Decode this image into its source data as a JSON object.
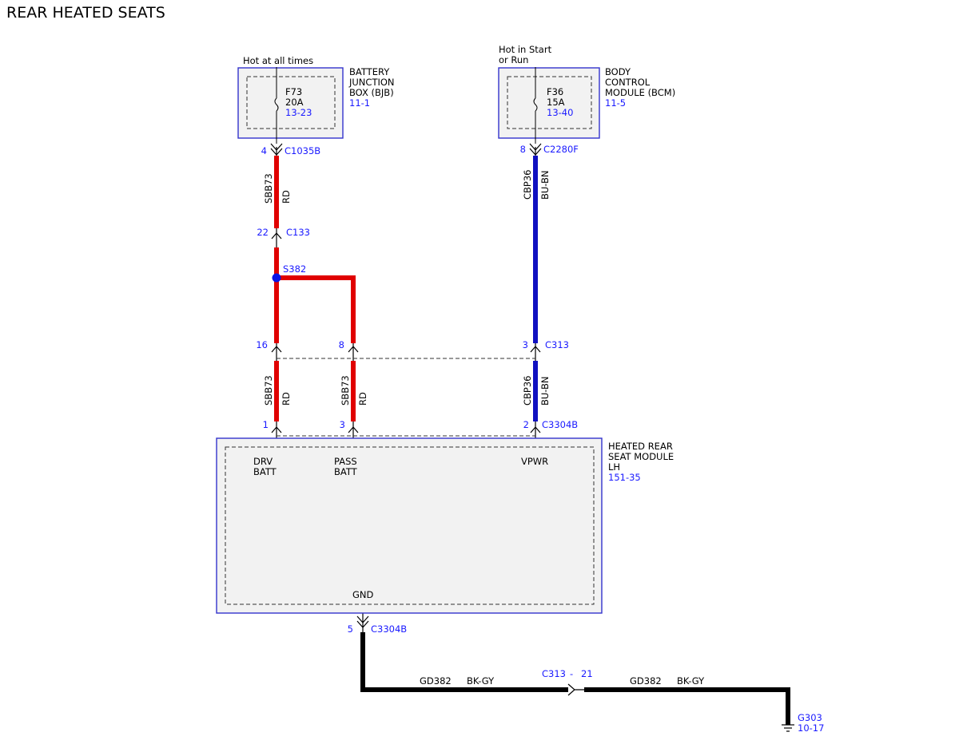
{
  "title": "REAR HEATED SEATS",
  "colors": {
    "red_wire": "#e00000",
    "blue_wire": "#1010c0",
    "black_wire": "#000000",
    "component_border": "#3333cc",
    "component_fill": "#f2f2f2",
    "link_text": "#1a1aff"
  },
  "bjb": {
    "supply_note": "Hot at all times",
    "name_lines": [
      "BATTERY",
      "JUNCTION",
      "BOX (BJB)"
    ],
    "ref": "11-1",
    "fuse_id": "F73",
    "fuse_rating": "20A",
    "fuse_ref": "13-23"
  },
  "bcm": {
    "supply_note_lines": [
      "Hot in Start",
      "or Run"
    ],
    "name_lines": [
      "BODY",
      "CONTROL",
      "MODULE (BCM)"
    ],
    "ref": "11-5",
    "fuse_id": "F36",
    "fuse_rating": "15A",
    "fuse_ref": "13-40"
  },
  "connectors": {
    "c1035b": {
      "pin": "4",
      "name": "C1035B"
    },
    "c2280f": {
      "pin": "8",
      "name": "C2280F"
    },
    "c133": {
      "pin": "22",
      "name": "C133"
    },
    "c313_a": {
      "pin": "16"
    },
    "c313_b": {
      "pin": "8"
    },
    "c313_c": {
      "pin": "3",
      "name": "C313"
    },
    "c3304b_a": {
      "pin": "1"
    },
    "c3304b_b": {
      "pin": "3"
    },
    "c3304b_c": {
      "pin": "2",
      "name": "C3304B"
    },
    "c3304b_gnd": {
      "pin": "5",
      "name": "C3304B"
    },
    "c313_gnd": {
      "name": "C313",
      "dash": "-",
      "pin": "21"
    }
  },
  "splice": {
    "name": "S382"
  },
  "wires": {
    "upper_red": {
      "circuit": "SBB73",
      "color": "RD"
    },
    "upper_blue": {
      "circuit": "CBP36",
      "color": "BU-BN"
    },
    "lower_red_a": {
      "circuit": "SBB73",
      "color": "RD"
    },
    "lower_red_b": {
      "circuit": "SBB73",
      "color": "RD"
    },
    "lower_blue": {
      "circuit": "CBP36",
      "color": "BU-BN"
    },
    "gnd_a": {
      "circuit": "GD382",
      "color": "BK-GY"
    },
    "gnd_b": {
      "circuit": "GD382",
      "color": "BK-GY"
    }
  },
  "module": {
    "name_lines": [
      "HEATED REAR",
      "SEAT MODULE",
      "LH"
    ],
    "ref": "151-35",
    "pin_drv": [
      "DRV",
      "BATT"
    ],
    "pin_pass": [
      "PASS",
      "BATT"
    ],
    "pin_vpwr": "VPWR",
    "pin_gnd": "GND"
  },
  "ground": {
    "name": "G303",
    "ref": "10-17"
  }
}
